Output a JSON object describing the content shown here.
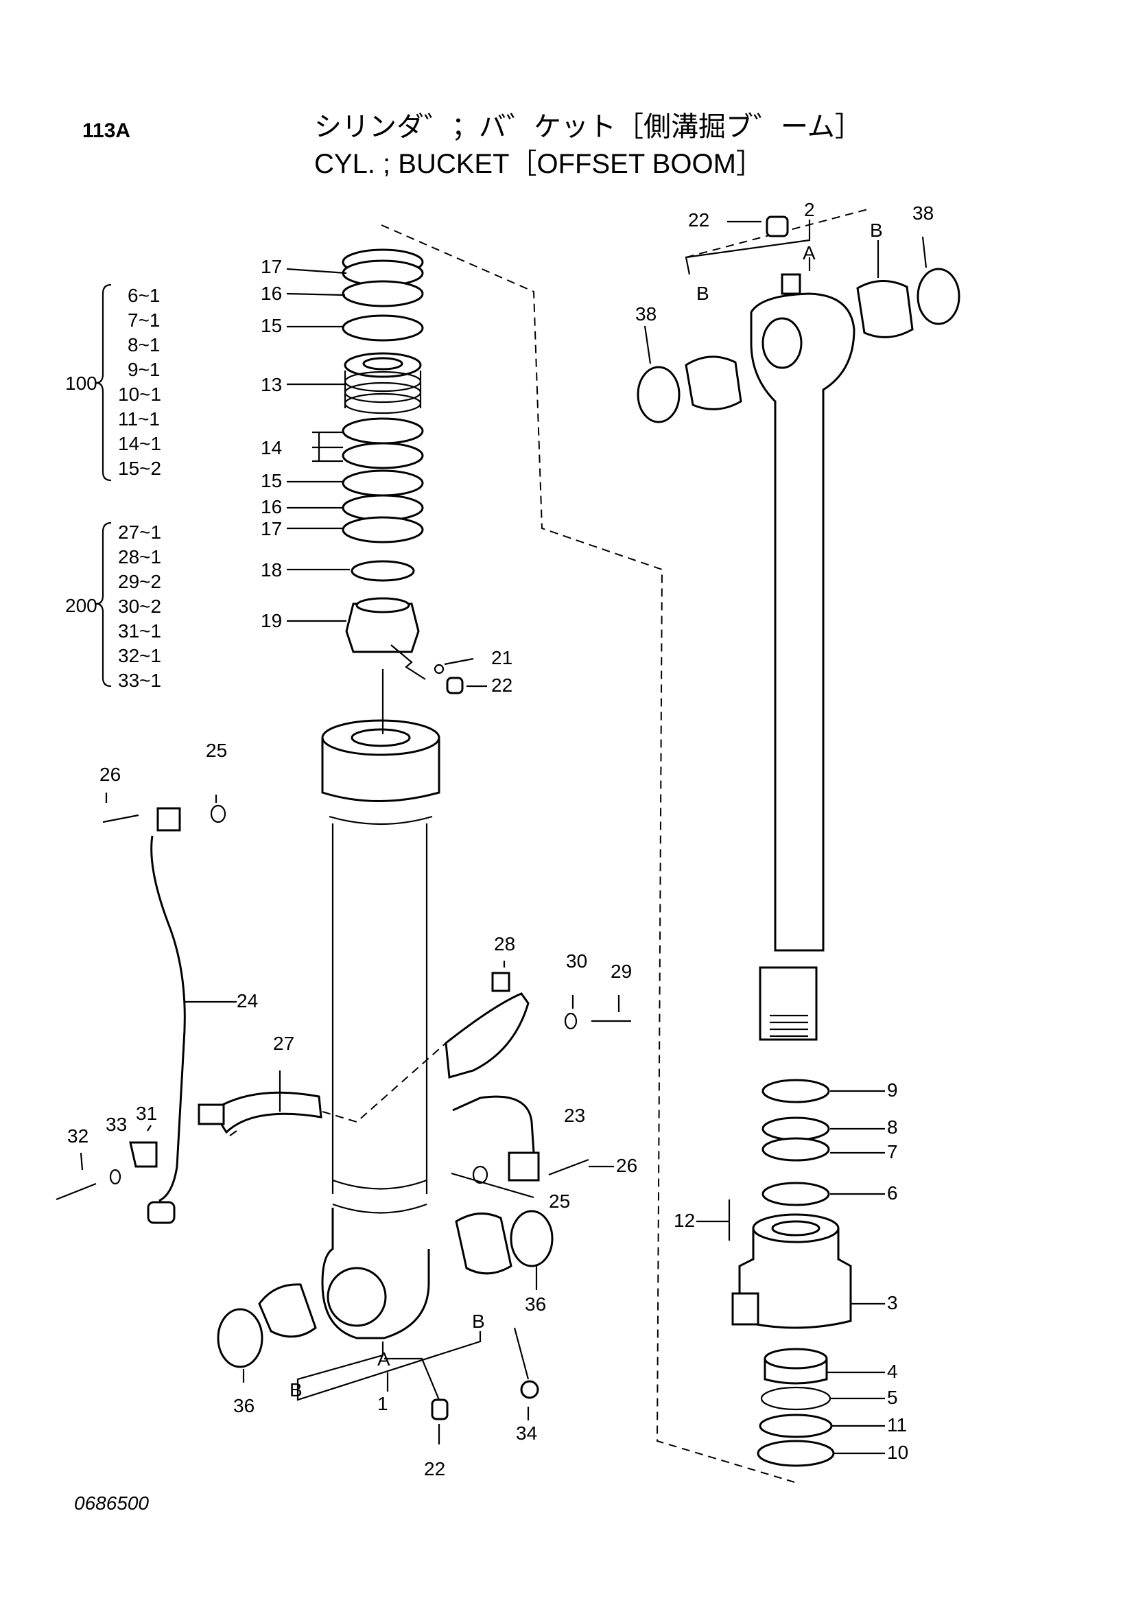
{
  "header": {
    "code": "113A",
    "title_jp": "シリンダ゛；バ゛ケット［側溝掘ブ゛ーム］",
    "title_en": "CYL. ; BUCKET［OFFSET BOOM］"
  },
  "footer": {
    "drawing_number": "0686500"
  },
  "kits": [
    {
      "kit": "100",
      "items": [
        "6~1",
        "7~1",
        "8~1",
        "9~1",
        "10~1",
        "11~1",
        "14~1",
        "15~2"
      ]
    },
    {
      "kit": "200",
      "items": [
        "27~1",
        "28~1",
        "29~2",
        "30~2",
        "31~1",
        "32~1",
        "33~1"
      ]
    }
  ],
  "letters": {
    "a": "A",
    "b": "B"
  },
  "parts": {
    "p1": "1",
    "p2": "2",
    "p3": "3",
    "p4": "4",
    "p5": "5",
    "p6": "6",
    "p7": "7",
    "p8": "8",
    "p9": "9",
    "p10": "10",
    "p11": "11",
    "p12": "12",
    "p13": "13",
    "p14": "14",
    "p15": "15",
    "p16": "16",
    "p17": "17",
    "p18": "18",
    "p19": "19",
    "p21": "21",
    "p22": "22",
    "p23": "23",
    "p24": "24",
    "p25": "25",
    "p26": "26",
    "p27": "27",
    "p28": "28",
    "p29": "29",
    "p30": "30",
    "p31": "31",
    "p32": "32",
    "p33": "33",
    "p34": "34",
    "p36": "36",
    "p38": "38"
  }
}
